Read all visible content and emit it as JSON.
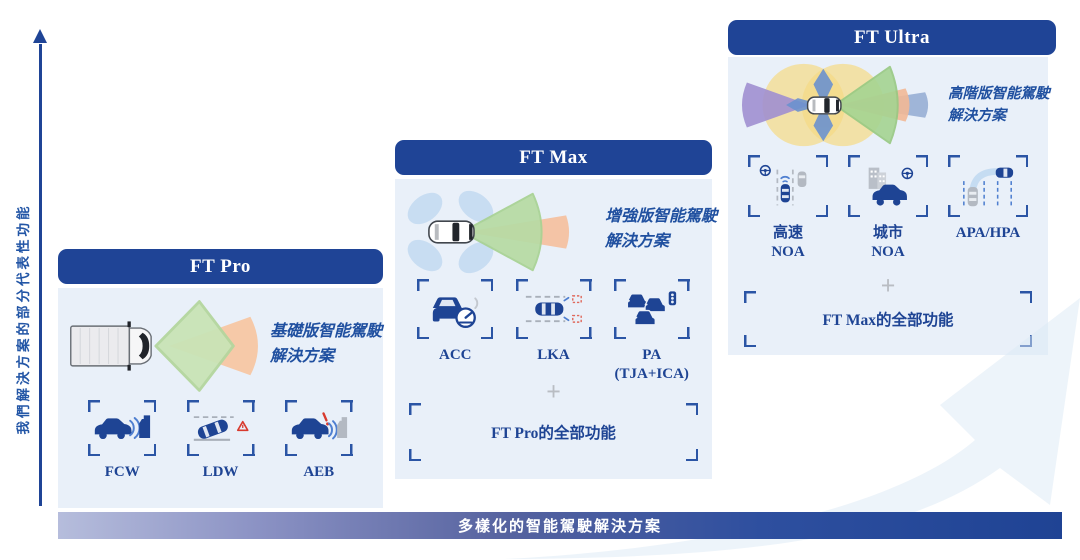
{
  "axis": {
    "label": "我們解決方案的部分代表性功能"
  },
  "bottom_bar": {
    "label": "多樣化的智能駕駛解決方案"
  },
  "panels": [
    {
      "name": "FT Pro",
      "description": [
        "基礎版智能駕駛",
        "解決方案"
      ],
      "visual": "truck-with-front-sensor-cones",
      "features": [
        {
          "label": "FCW",
          "icon": "fcw-icon"
        },
        {
          "label": "LDW",
          "icon": "ldw-icon"
        },
        {
          "label": "AEB",
          "icon": "aeb-icon"
        }
      ]
    },
    {
      "name": "FT Max",
      "description": [
        "增強版智能駕駛",
        "解決方案"
      ],
      "visual": "car-with-surround-and-front-sensor-cones",
      "plus": "+",
      "includes": "FT Pro的全部功能",
      "features": [
        {
          "label": "ACC",
          "icon": "acc-icon"
        },
        {
          "label": "LKA",
          "icon": "lka-icon"
        },
        {
          "label": "PA",
          "label2": "(TJA+ICA)",
          "icon": "pa-icon"
        }
      ]
    },
    {
      "name": "FT Ultra",
      "description": [
        "高階版智能駕駛",
        "解決方案"
      ],
      "visual": "car-with-360-multi-sensor-cones",
      "plus": "+",
      "includes": "FT Max的全部功能",
      "features": [
        {
          "label": "高速",
          "label2": "NOA",
          "icon": "highway-noa-icon"
        },
        {
          "label": "城市",
          "label2": "NOA",
          "icon": "city-noa-icon"
        },
        {
          "label": "APA/HPA",
          "icon": "apa-hpa-icon"
        }
      ]
    }
  ],
  "colors": {
    "accent_navy": "#1f4496",
    "panel_bg": "#e9f0f9",
    "bracket": "#2b55a5",
    "cone_green": "#b7dba4",
    "cone_orange": "#f4c4a6",
    "cone_purple": "#a08fd0",
    "cone_yellow": "#f5da85",
    "sensor_blue": "#c7dcf2",
    "warning_red": "#d83a2e",
    "bar_gradient_left": "#b6bddc",
    "bar_gradient_right": "#1f4394"
  }
}
